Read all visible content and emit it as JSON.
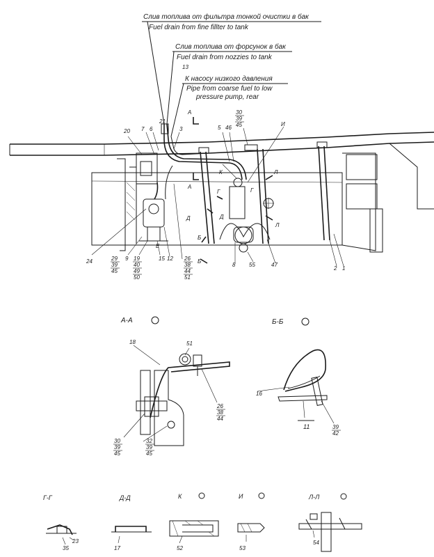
{
  "callouts": {
    "fine_filter_ru": "Слив топлива от фильтра тонкой очистки в бак",
    "fine_filter_en": "Fuel drain from fine fillter to tank",
    "nozzles_ru": "Слив топлива от форсунок в бак",
    "nozzles_en": "Fuel drain from nozzies to tank",
    "pump_ru": "К насосу низкого давления",
    "pump_en1": "Pipe from coarse fuel to low",
    "pump_en2": "pressure pump, rear"
  },
  "main_view": {
    "parts": {
      "p13": "13",
      "p21": "21",
      "p6": "6",
      "p3": "3",
      "p20": "20",
      "p7": "7",
      "p5": "5",
      "p46": "46",
      "p30": "30",
      "p39": "39",
      "p45": "45",
      "pI": "И",
      "pK": "К",
      "pL1": "Л",
      "pL2": "Л",
      "pG1": "Г",
      "pG2": "Г",
      "pD1": "Д",
      "pD2": "Д",
      "pA1": "А",
      "pA2": "А",
      "pB": "Б",
      "pB2": "Б",
      "pE": "Е",
      "p24": "24",
      "p29": "29",
      "p39b": "39",
      "p45b": "45",
      "p9": "9",
      "p19": "19",
      "p40": "40",
      "p49": "49",
      "p50": "50",
      "p15": "15",
      "p12": "12",
      "p26": "26",
      "p38": "38",
      "p44": "44",
      "p51": "51",
      "p8": "8",
      "p55": "55",
      "p47": "47",
      "p2": "2",
      "p1": "1"
    }
  },
  "sections": {
    "aa": {
      "title": "А-А",
      "p18": "18",
      "p51": "51",
      "p26": "26",
      "p38": "38",
      "p44": "44",
      "p30": "30",
      "p39": "39",
      "p45": "45",
      "p32": "32",
      "p39b": "39",
      "p45b": "45"
    },
    "bb": {
      "title": "Б-Б",
      "p16": "16",
      "p11": "11",
      "p39": "39",
      "p42": "42"
    },
    "gg": {
      "title": "Г-Г",
      "p23": "23",
      "p35": "35"
    },
    "dd": {
      "title": "Д-Д",
      "p17": "17"
    },
    "k": {
      "title": "К",
      "p52": "52"
    },
    "i": {
      "title": "И",
      "p53": "53"
    },
    "ll": {
      "title": "Л-Л",
      "p54": "54"
    }
  }
}
